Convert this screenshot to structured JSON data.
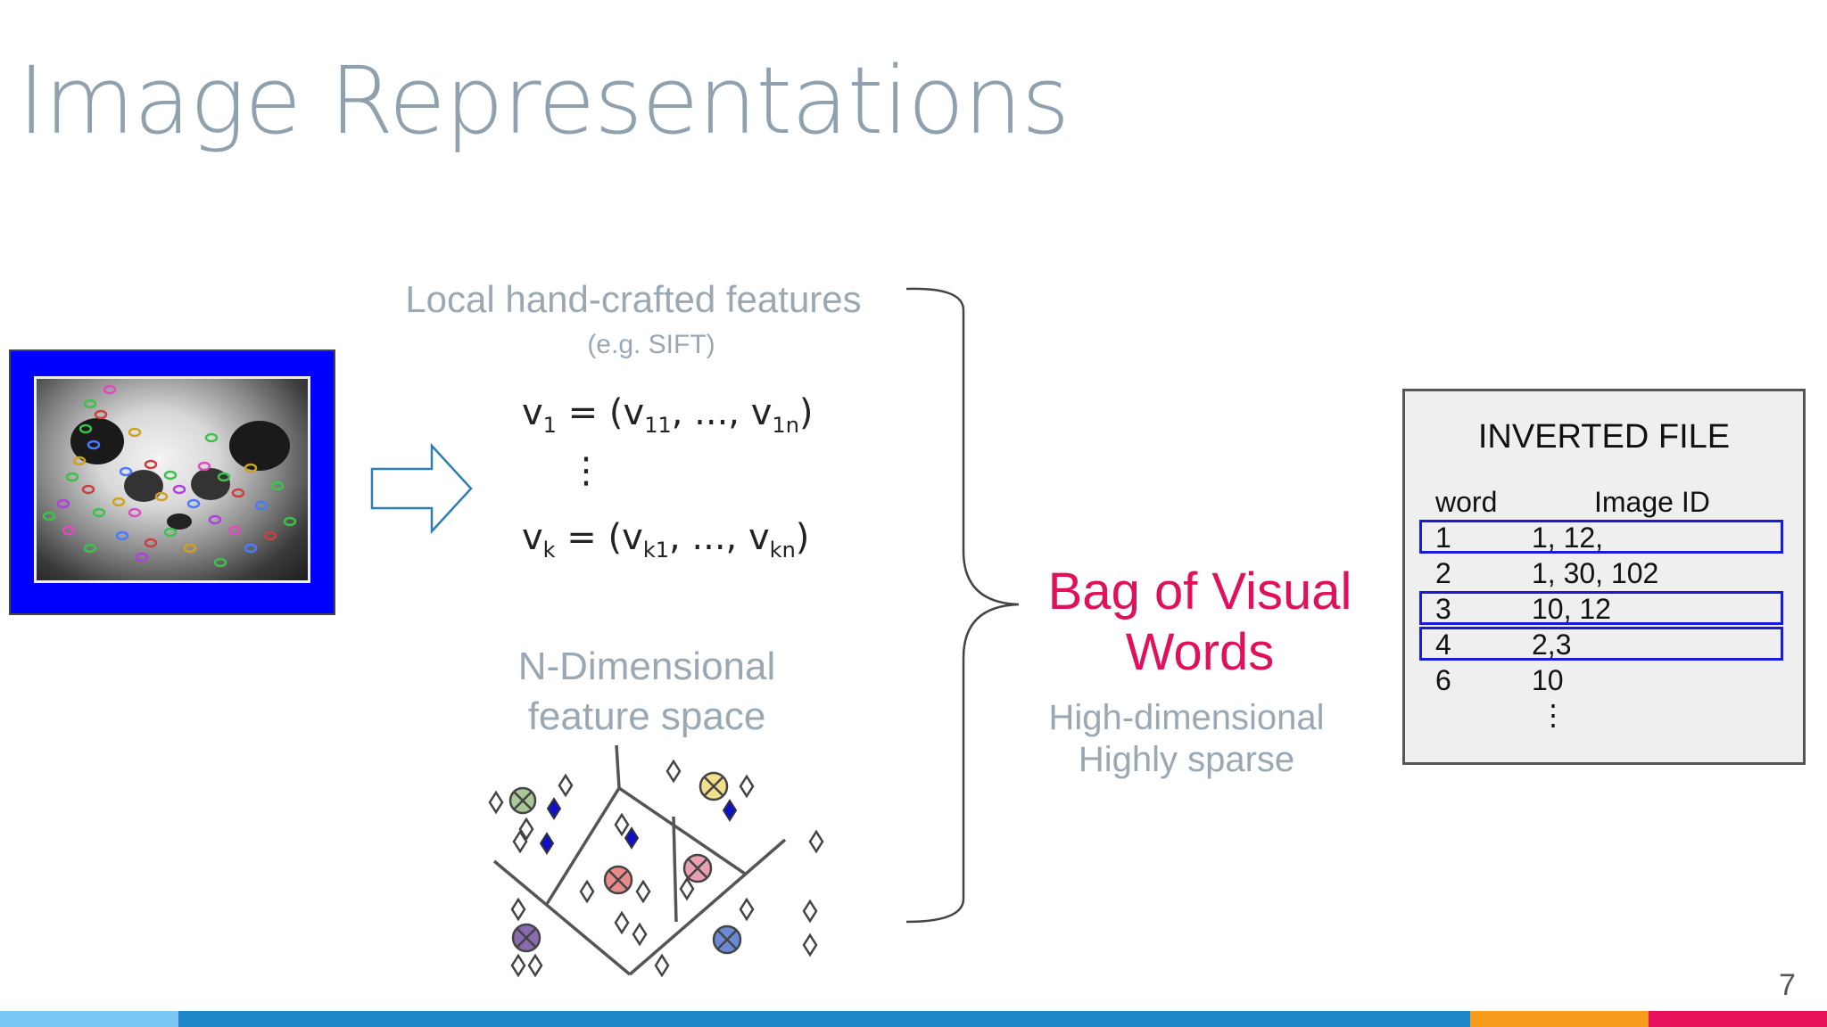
{
  "slide": {
    "title": "Image Representations",
    "page_number": "7"
  },
  "features": {
    "title": "Local hand-crafted features",
    "subtitle": "(e.g. SIFT)",
    "eq1": {
      "v": "v",
      "s": "1",
      "mid": " = (v",
      "s2": "11",
      "mid2": ", ..., v",
      "s3": "1n",
      "end": ")"
    },
    "vdots": "⋮",
    "eq2": {
      "v": "v",
      "s": "k",
      "mid": " = (v",
      "s2": "k1",
      "mid2": ", ..., v",
      "s3": "kn",
      "end": ")"
    }
  },
  "space": {
    "line1": "N-Dimensional",
    "line2": "feature space"
  },
  "bow": {
    "line1": "Bag of Visual",
    "line2": "Words",
    "desc1": "High-dimensional",
    "desc2": "Highly sparse",
    "accent": "#e0105c"
  },
  "inverted_file": {
    "title": "INVERTED FILE",
    "col_word": "word",
    "col_image": "Image ID",
    "rows": [
      {
        "word": "1",
        "ids": "1, 12,"
      },
      {
        "word": "2",
        "ids": "1, 30, 102"
      },
      {
        "word": "3",
        "ids": "10, 12"
      },
      {
        "word": "4",
        "ids": "2,3"
      },
      {
        "word": "6",
        "ids": "10"
      }
    ],
    "more": "⋮",
    "highlight_color": "#1a1adb"
  },
  "colors": {
    "bar": [
      "#7cc8f4",
      "#1f88c8",
      "#f99b1c",
      "#e8125c"
    ]
  }
}
